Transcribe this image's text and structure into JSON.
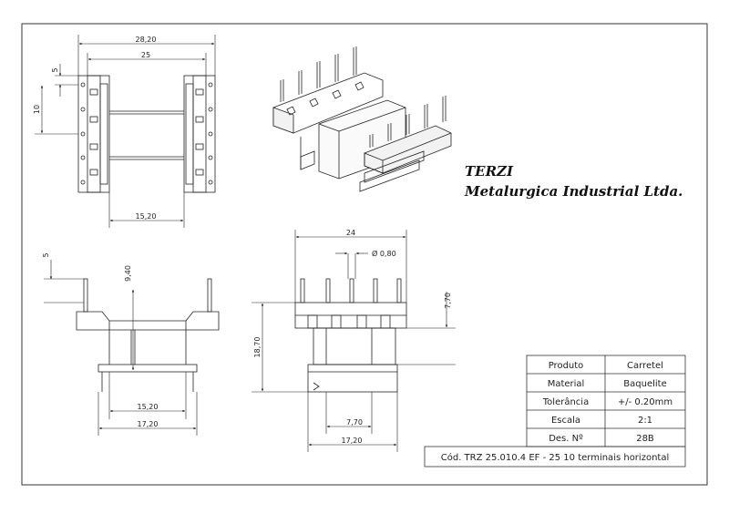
{
  "company": {
    "name": "TERZI",
    "subtitle": "Metalurgica Industrial Ltda."
  },
  "dimensions": {
    "top_overall_width": "28,20",
    "top_inner_width": "25",
    "top_pin_offset": "5",
    "top_pin_pitch": "10",
    "top_bottom_width": "15,20",
    "front_pin_height": "5",
    "front_body_height": "9,40",
    "front_inner_width": "15,20",
    "front_base_width": "17,20",
    "side_width": "24",
    "side_pin_diameter": "Ø 0,80",
    "side_right_height": "7,70",
    "side_total_height": "18,70",
    "side_core_width": "7,70",
    "side_base_width": "17,20"
  },
  "title_block": {
    "rows": [
      {
        "label": "Produto",
        "value": "Carretel"
      },
      {
        "label": "Material",
        "value": "Baquelite"
      },
      {
        "label": "Tolerância",
        "value": "+/- 0.20mm"
      },
      {
        "label": "Escala",
        "value": "2:1"
      },
      {
        "label": "Des. Nº",
        "value": "28B"
      }
    ],
    "footer": "Cód. TRZ 25.010.4 EF - 25 10 terminais horizontal"
  }
}
